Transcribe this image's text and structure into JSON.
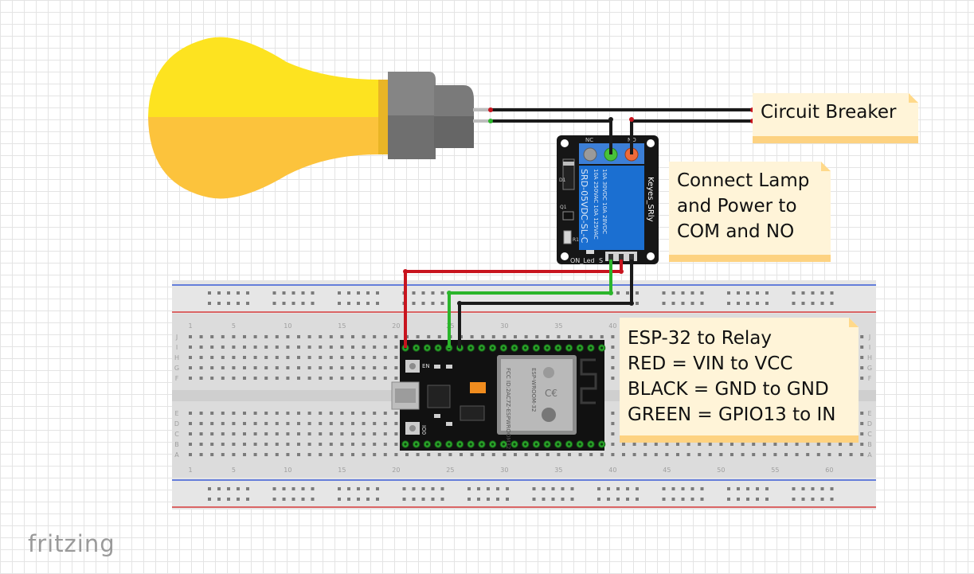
{
  "notes": {
    "breaker": "Circuit Breaker",
    "relay": "Connect Lamp\nand Power to\nCOM and NO",
    "esp": "ESP-32 to Relay\nRED = VIN to VCC\nBLACK = GND to GND\nGREEN = GPIO13 to IN"
  },
  "relay": {
    "model": "SRD-05VDC-SL-C",
    "rating1": "10A 250VAC  10A 125VAC",
    "rating2": "10A  30VDC  10A  28VDC",
    "brand": "Keyes_SRly",
    "nc": "NC",
    "no": "NO",
    "led": "ON_Led",
    "pin_s": "S",
    "d1": "D1",
    "q1": "Q1",
    "r1": "R1"
  },
  "esp32": {
    "chip": "ESP-WROOM-32",
    "fcc": "FCC ID:2AC7Z-ESPWROOM32",
    "en": "EN",
    "boot": "IO0"
  },
  "breadboard": {
    "col_labels": [
      "1",
      "5",
      "10",
      "15",
      "20",
      "25",
      "30",
      "35",
      "40",
      "45",
      "50",
      "55",
      "60"
    ],
    "row_labels_top": [
      "J",
      "I",
      "H",
      "G",
      "F"
    ],
    "row_labels_bottom": [
      "E",
      "D",
      "C",
      "B",
      "A"
    ]
  },
  "logo": "fritzing",
  "colors": {
    "wire_red": "#c8141e",
    "wire_green": "#2bb52b",
    "wire_black": "#1a1a1a",
    "bulb_top": "#fde320",
    "bulb_bottom": "#fcc33c",
    "relay_blue": "#1b6fd1",
    "note_bg": "#fff4d8",
    "note_edge": "#fdd281"
  }
}
